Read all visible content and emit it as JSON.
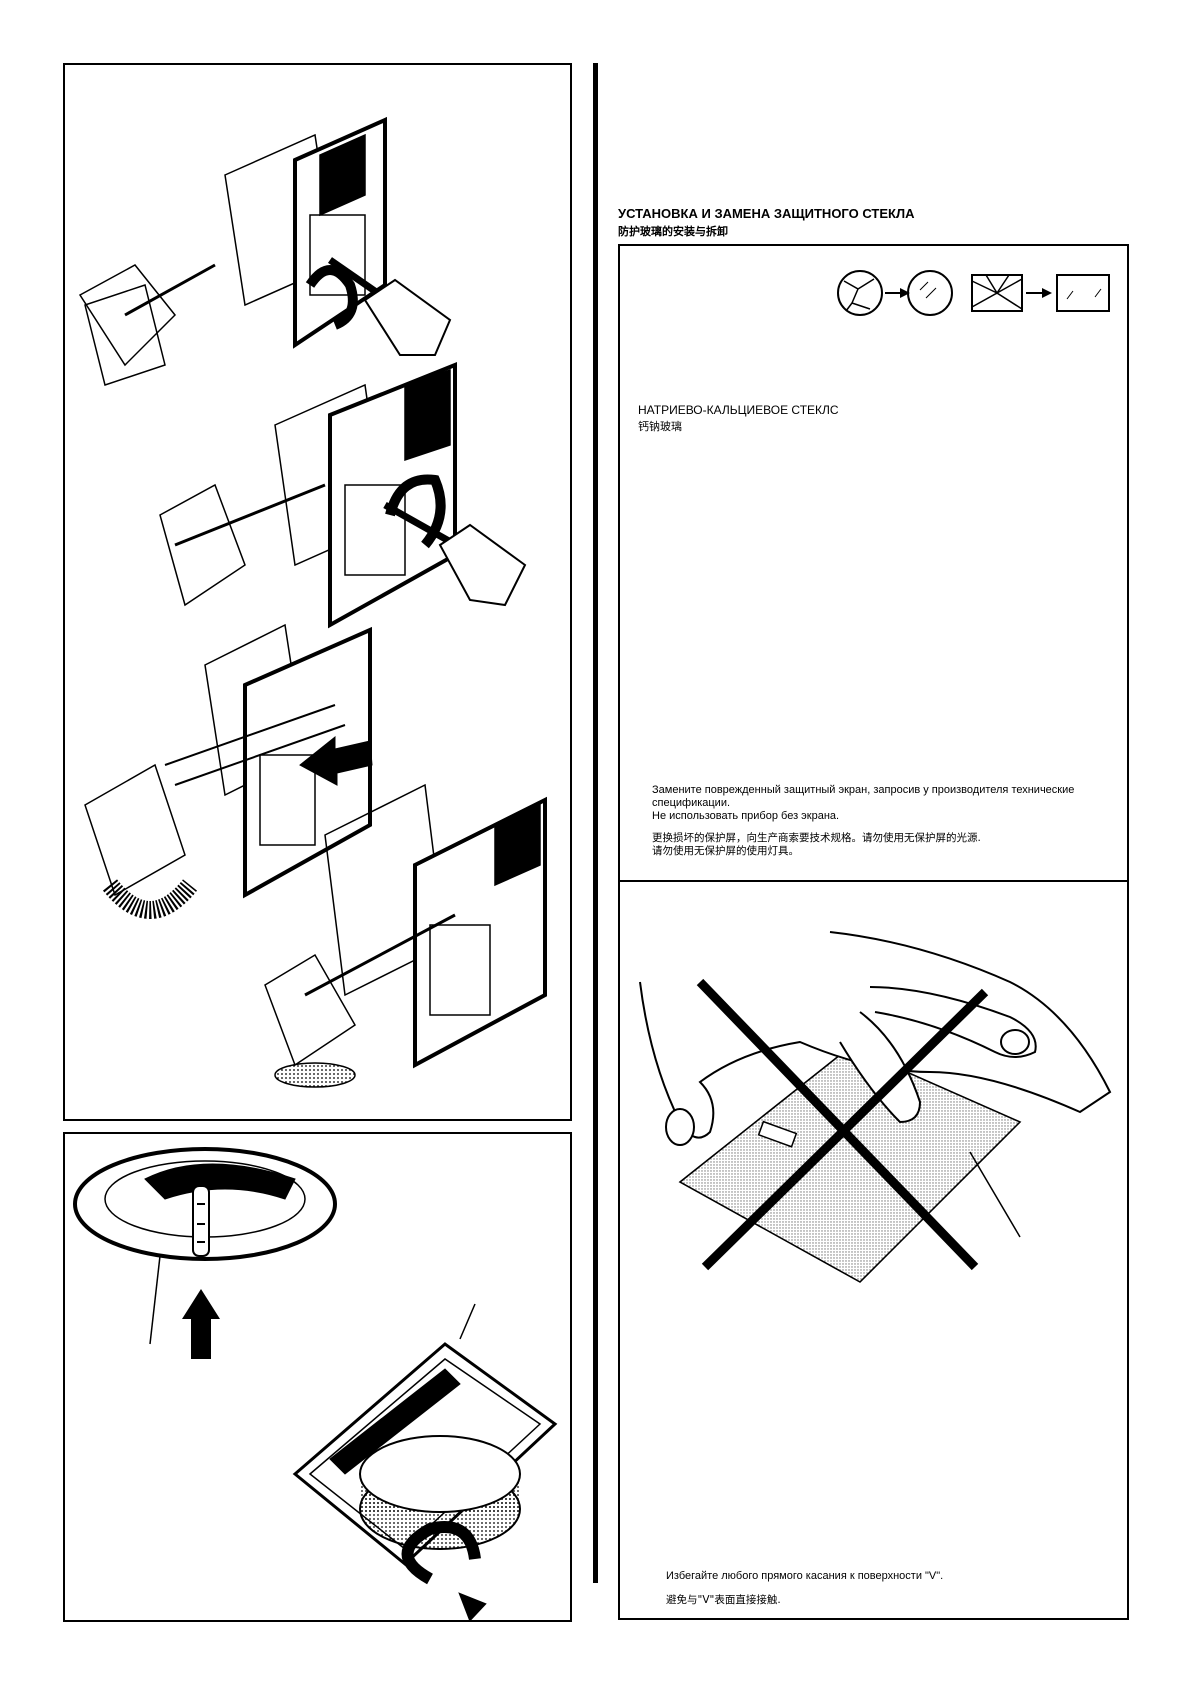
{
  "section": {
    "title_ru": "УСТАНОВКА И ЗАМЕНА ЗАЩИТНОГО СТЕКЛА",
    "title_cn": "防护玻璃的安装与拆卸"
  },
  "glass_panel": {
    "material_ru": "НАТРИЕВО-КАЛЬЦИЕВОЕ СТЕКЛС",
    "material_cn": "钙钠玻璃",
    "note_ru_line1": "Замените поврежденный защитный экран, запросив у производителя технические",
    "note_ru_line2": "спецификации.",
    "note_ru_line3": "Не использовать прибор без экрана.",
    "note_cn_line1": "更换损坏的保护屏，向生产商索要技术规格。请勿使用无保护屏的光源.",
    "note_cn_line2": "请勿使用无保护屏的使用灯具。"
  },
  "touch_panel": {
    "warning_ru": "Избегайте любого прямого касания к поверхности \"V\".",
    "warning_cn": "避免与\"V\"表面直接接触."
  },
  "colors": {
    "ink": "#000000",
    "paper": "#ffffff",
    "shade": "#9a9a9a"
  },
  "icons": [
    "screwdriver-icon",
    "arrow-icon",
    "broken-round-glass-icon",
    "intact-round-glass-icon",
    "broken-rect-glass-icon",
    "intact-rect-glass-icon",
    "do-not-touch-cross-icon"
  ]
}
